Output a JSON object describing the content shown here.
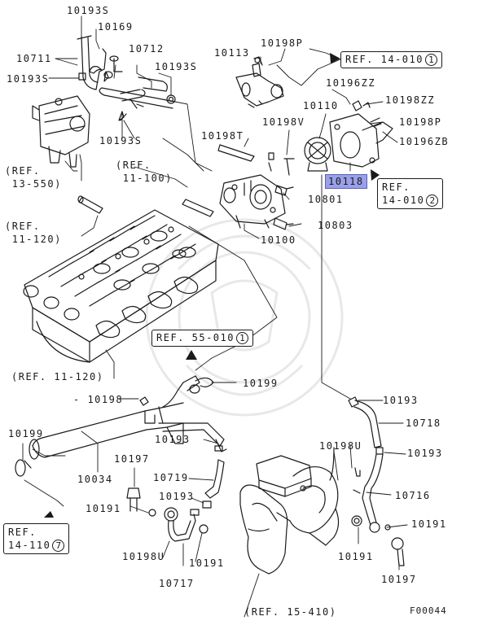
{
  "figure_code": "F00044",
  "parts": {
    "p_10193S_top": "10193S",
    "p_10169": "10169",
    "p_10711": "10711",
    "p_10712": "10712",
    "p_10193S_left": "10193S",
    "p_10193S_right": "10193S",
    "p_10193S_mid": "10193S",
    "p_10113": "10113",
    "p_10198P_top": "10198P",
    "p_10196ZZ": "10196ZZ",
    "p_10198ZZ": "10198ZZ",
    "p_10110": "10110",
    "p_10198P_right": "10198P",
    "p_10196ZB": "10196ZB",
    "p_10198T": "10198T",
    "p_10198V": "10198V",
    "p_10118": "10118",
    "p_10801": "10801",
    "p_10803": "10803",
    "p_10100": "10100",
    "p_10199_mid": "10199",
    "p_10193_right": "10193",
    "p_10718": "10718",
    "p_10198_mid": "- 10198",
    "p_10199_left": "10199",
    "p_10193_mid": "10193",
    "p_10198U_right": "10198U",
    "p_10193_r2": "10193",
    "p_10034": "10034",
    "p_10197_left": "10197",
    "p_10719": "10719",
    "p_10716": "10716",
    "p_10193_low": "10193",
    "p_10191_left": "10191",
    "p_10191_right": "10191",
    "p_10198U_low": "10198U",
    "p_10191_low": "10191",
    "p_10191_mid": "10191",
    "p_10197_right": "10197",
    "p_10717": "10717"
  },
  "refs": {
    "ref_14_010_1": {
      "text": "REF. 14-010",
      "num": "1"
    },
    "ref_14_010_2_line1": "REF.",
    "ref_14_010_2_line2": "14-010",
    "ref_14_010_2_num": "2",
    "ref_13_550_line1": "(REF.",
    "ref_13_550_line2": " 13-550)",
    "ref_11_100_line1": "(REF.",
    "ref_11_100_line2": " 11-100)",
    "ref_11_120_a_line1": "(REF.",
    "ref_11_120_a_line2": " 11-120)",
    "ref_11_120_b": "(REF. 11-120)",
    "ref_55_010": {
      "text": "REF. 55-010",
      "num": "1"
    },
    "ref_14_110_line1": "REF.",
    "ref_14_110_line2": "14-110",
    "ref_14_110_num": "7",
    "ref_15_410": "(REF. 15-410)"
  }
}
